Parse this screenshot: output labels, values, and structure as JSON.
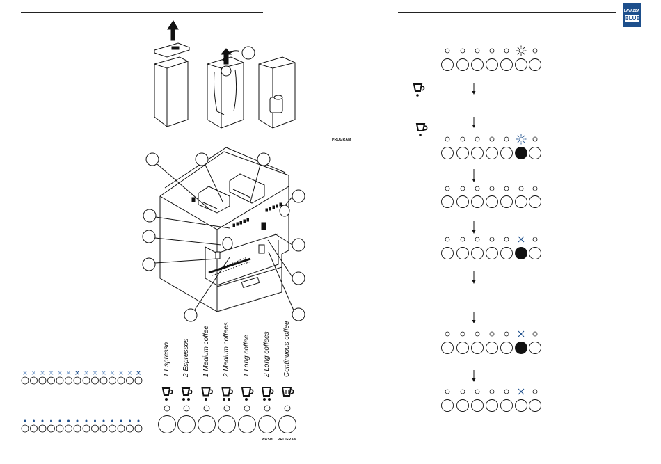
{
  "header": {
    "brand_top": "LAVAZZA",
    "brand_bottom": "BLUE"
  },
  "right_page": {
    "program_label": "PROGRAM"
  },
  "panel": {
    "labels": [
      "1 Espresso",
      "2 Espressos",
      "1 Medium coffee",
      "2 Medium coffees",
      "1 Long coffee",
      "2 Long coffees",
      "Continuous coffee"
    ],
    "wash_label": "WASH",
    "program_label": "PROGRAM"
  },
  "colors": {
    "accent": "#1d4f8c",
    "ink": "#111111"
  },
  "icons": [
    "cup-small-icon",
    "cup-medium-icon",
    "cup-large-icon",
    "continuous-cup-icon",
    "arrow-up-icon",
    "arrow-down-icon",
    "led-blink-icon"
  ]
}
